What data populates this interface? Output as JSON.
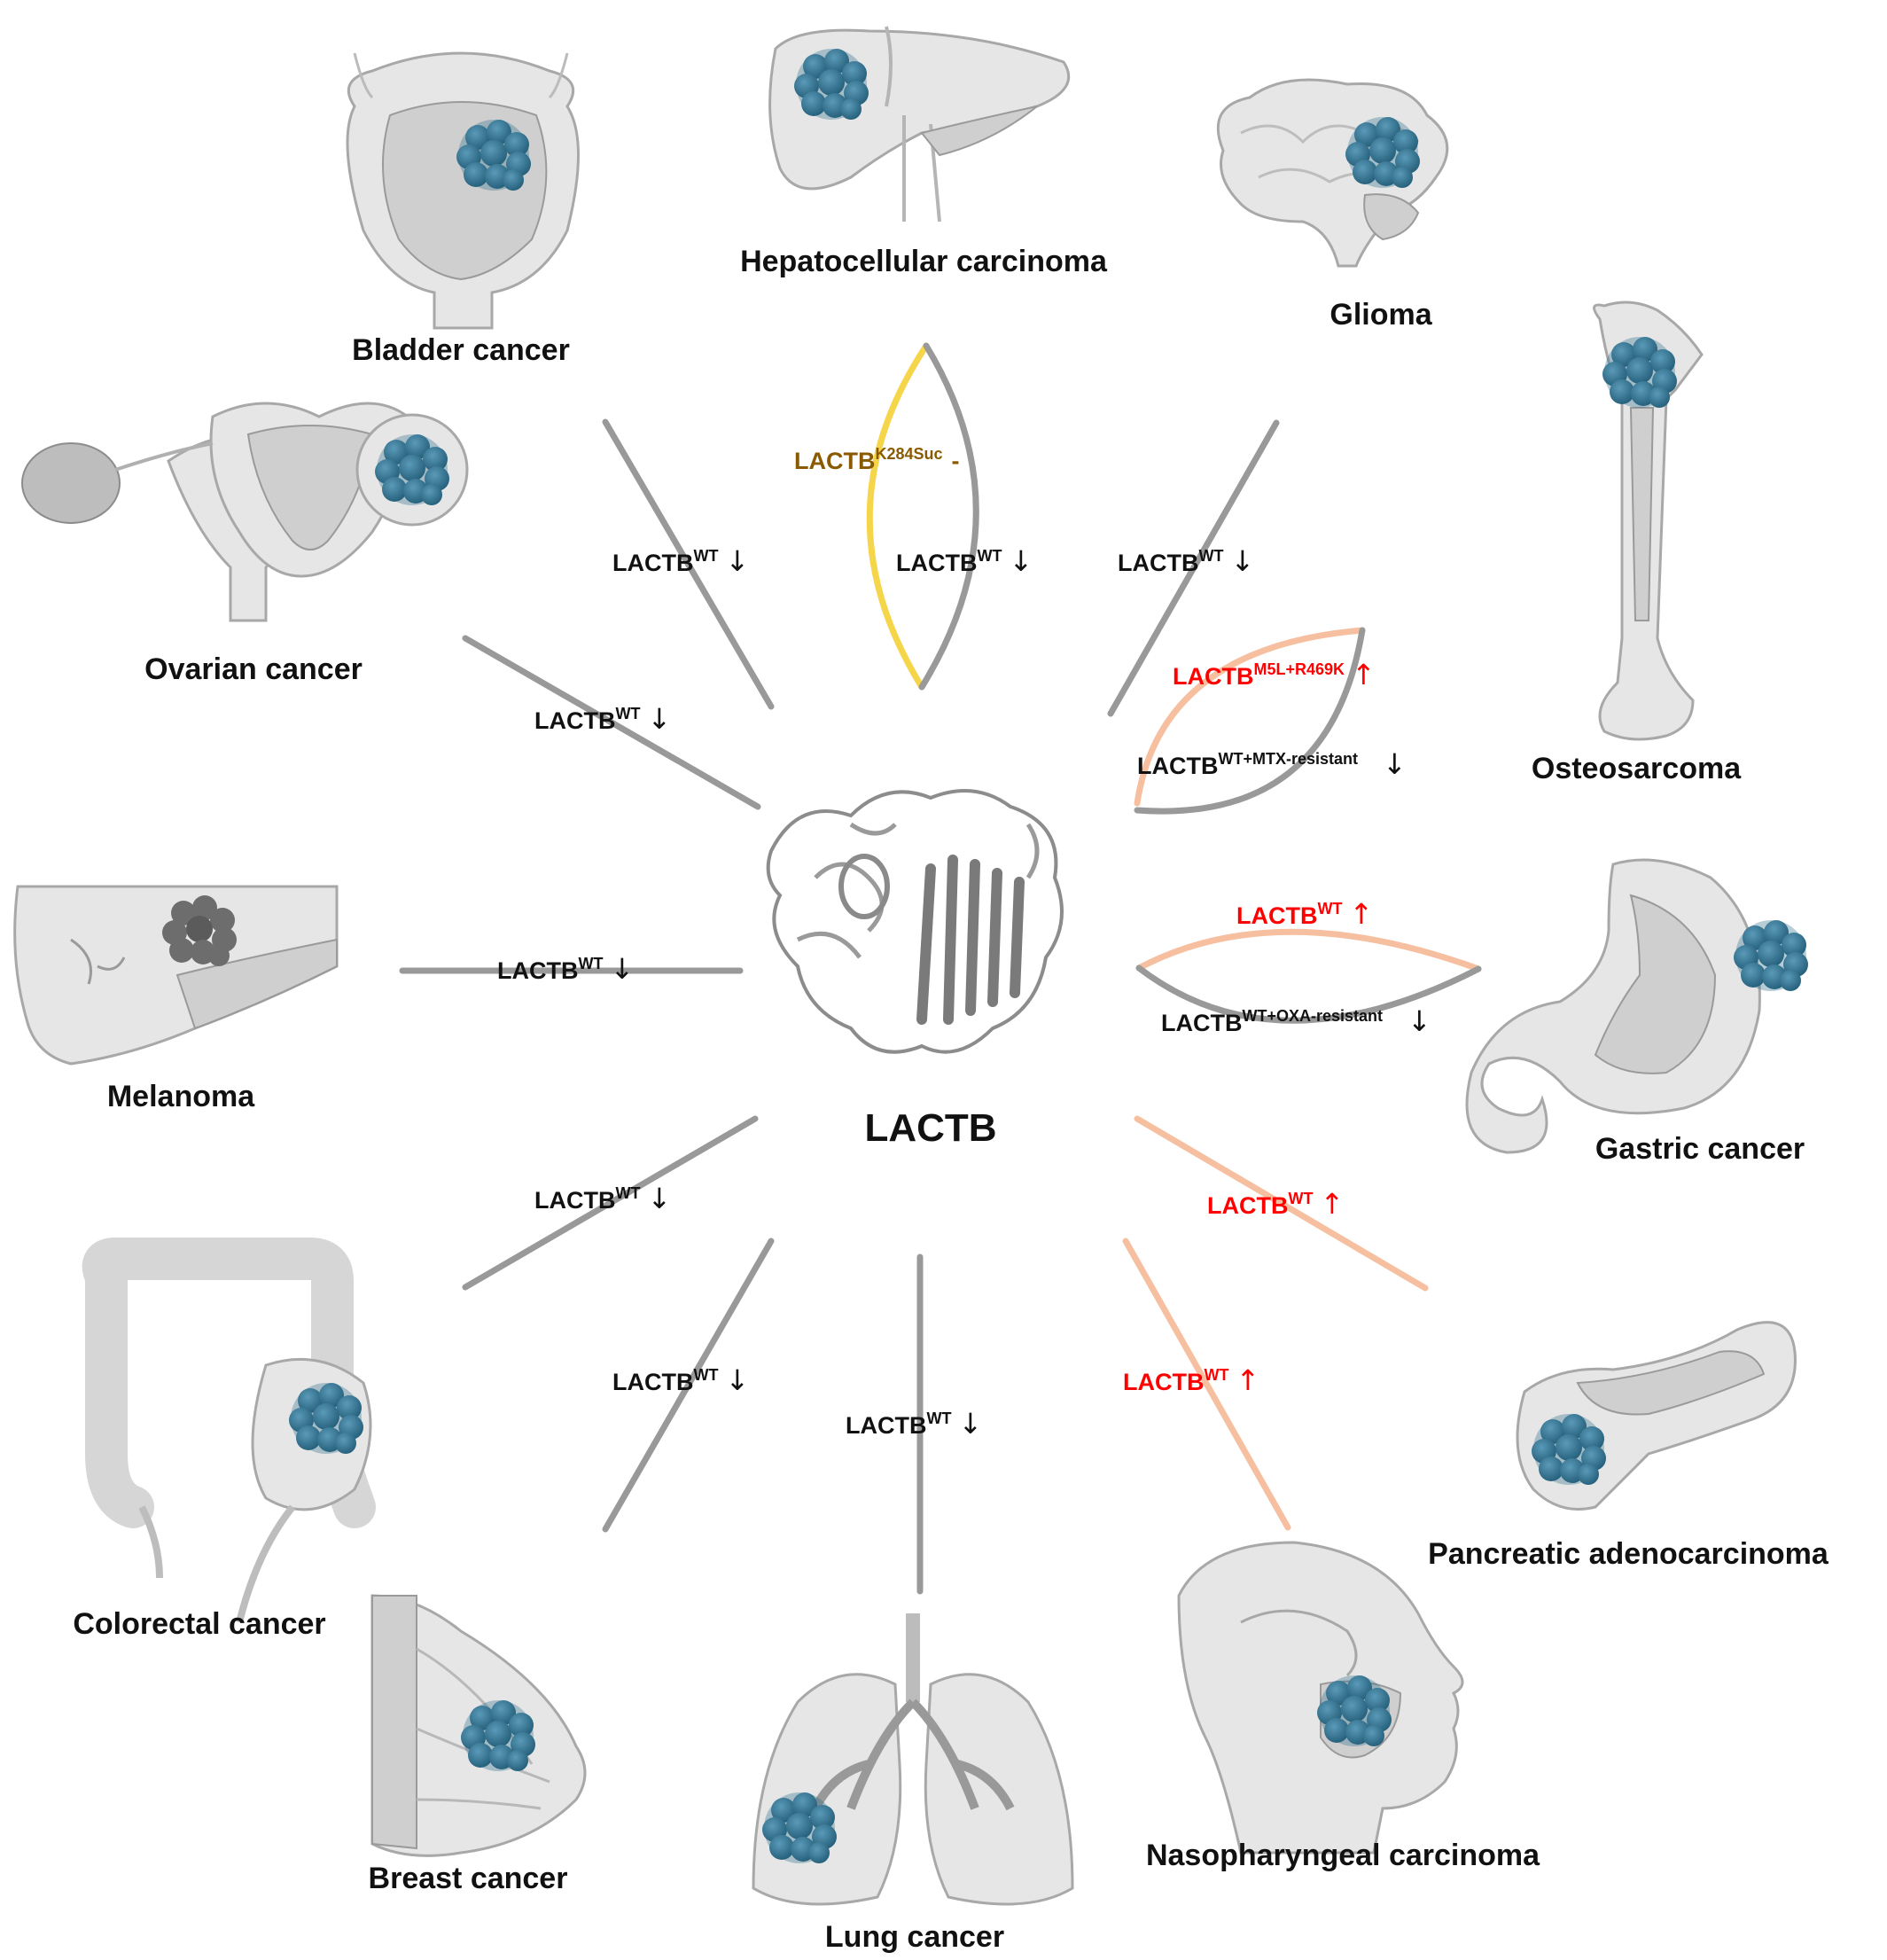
{
  "center": {
    "label": "LACTB"
  },
  "organs": {
    "bladder": "Bladder cancer",
    "liver": "Hepatocellular carcinoma",
    "brain": "Glioma",
    "bone": "Osteosarcoma",
    "ovary": "Ovarian cancer",
    "skin": "Melanoma",
    "stomach": "Gastric cancer",
    "colon": "Colorectal cancer",
    "pancreas": "Pancreatic adenocarcinoma",
    "breast": "Breast cancer",
    "lung": "Lung cancer",
    "nasopharynx": "Nasopharyngeal carcinoma"
  },
  "relations": {
    "bladder": {
      "base": "LACTB",
      "sup": "WT",
      "arrow": "↓",
      "color": "black"
    },
    "liver_suc": {
      "base": "LACTB",
      "sup": "K284Suc",
      "arrow": "-",
      "color": "brown"
    },
    "liver_wt": {
      "base": "LACTB",
      "sup": "WT",
      "arrow": "↓",
      "color": "black"
    },
    "glioma": {
      "base": "LACTB",
      "sup": "WT",
      "arrow": "↓",
      "color": "black"
    },
    "osteo_mut": {
      "base": "LACTB",
      "sup": "M5L+R469K",
      "arrow": "↑",
      "color": "red"
    },
    "osteo_mtx": {
      "base": "LACTB",
      "sup": "WT+MTX-resistant",
      "arrow": "↓",
      "color": "black"
    },
    "ovarian": {
      "base": "LACTB",
      "sup": "WT",
      "arrow": "↓",
      "color": "black"
    },
    "melanoma": {
      "base": "LACTB",
      "sup": "WT",
      "arrow": "↓",
      "color": "black"
    },
    "gastric_wt": {
      "base": "LACTB",
      "sup": "WT",
      "arrow": "↑",
      "color": "red"
    },
    "gastric_oxa": {
      "base": "LACTB",
      "sup": "WT+OXA-resistant",
      "arrow": "↓",
      "color": "black"
    },
    "colorectal": {
      "base": "LACTB",
      "sup": "WT",
      "arrow": "↓",
      "color": "black"
    },
    "pancreatic": {
      "base": "LACTB",
      "sup": "WT",
      "arrow": "↑",
      "color": "red"
    },
    "breast": {
      "base": "LACTB",
      "sup": "WT",
      "arrow": "↓",
      "color": "black"
    },
    "lung": {
      "base": "LACTB",
      "sup": "WT",
      "arrow": "↓",
      "color": "black"
    },
    "nasopharyngeal": {
      "base": "LACTB",
      "sup": "WT",
      "arrow": "↑",
      "color": "red"
    }
  },
  "colors": {
    "down_line": "#999999",
    "up_line": "#f6c0a0",
    "succinylation_line": "#f5d54a",
    "up_text": "#ff0000",
    "succinylation_text": "#8a5a00",
    "tumor": "#2f6f8f"
  }
}
